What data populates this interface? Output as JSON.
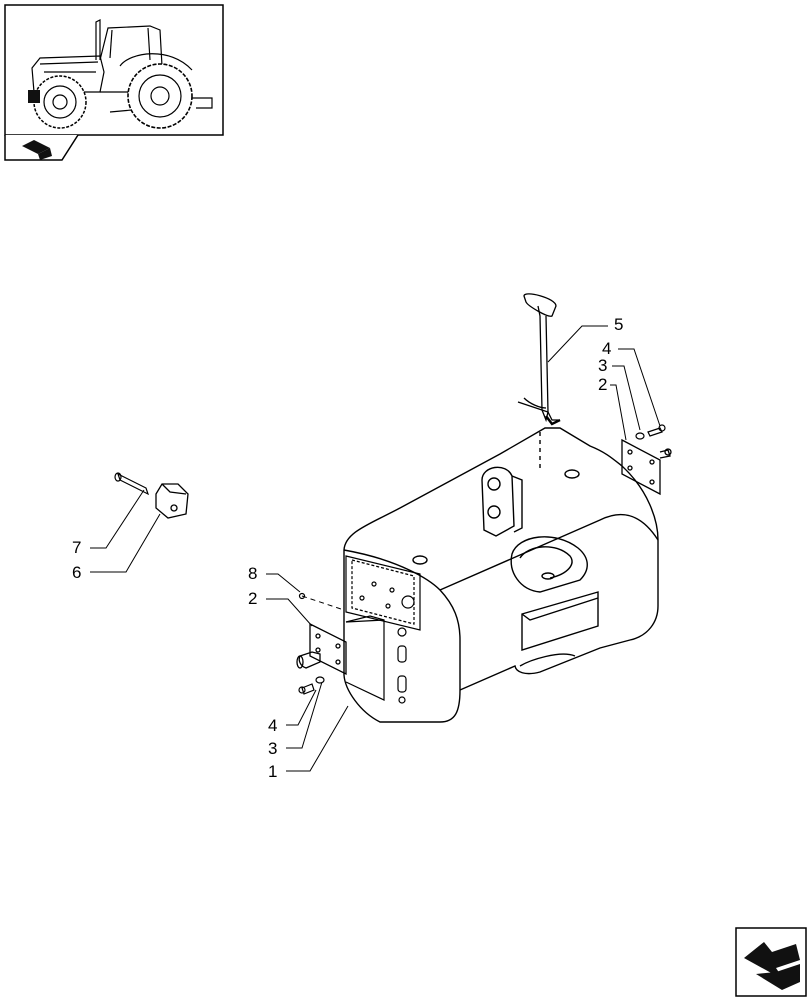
{
  "thumbnail": {
    "icon": "tractor-thumbnail",
    "tab_icon": "parts-catalog-tab-icon"
  },
  "nav": {
    "icon": "next-page-arrow-icon"
  },
  "callouts": {
    "c5": "5",
    "c4_right": "4",
    "c3_right": "3",
    "c2_right": "2",
    "c7": "7",
    "c6": "6",
    "c8": "8",
    "c2_left": "2",
    "c4_left": "4",
    "c3_left": "3",
    "c1": "1"
  },
  "colors": {
    "line": "#000000",
    "background": "#ffffff",
    "marker": "#111111"
  }
}
